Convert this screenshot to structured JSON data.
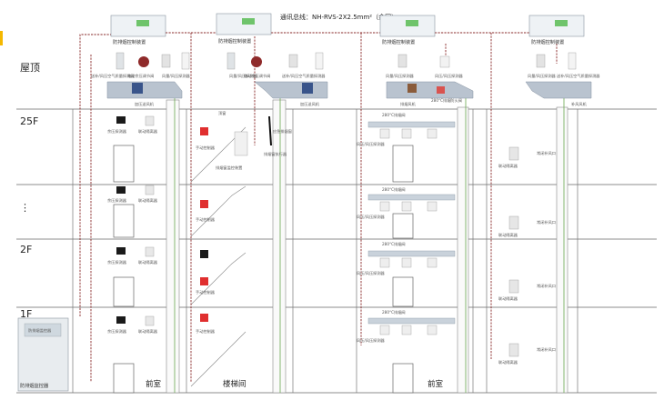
{
  "title_bar": {
    "accent": "#f5b800"
  },
  "bus_label": "通讯总线：NH-RVS-2X2.5mm²（余同）",
  "floors": [
    "屋顶",
    "25F",
    "⋮",
    "2F",
    "1F"
  ],
  "panel_label": "防排烟控制装置",
  "roof": {
    "probe_label": "送补/风压空气质量探测器",
    "valve_label": "电动余压调节阀",
    "sensor_label": "风量/风压探测器",
    "fan_label": "加压送风机",
    "exhaust_fan": "排烟风机",
    "fire_damper": "280°C排烟防火阀",
    "makeup_fan": "补风风机"
  },
  "devices": {
    "residual_sensor": "余压探测器",
    "linkage_module": "联动隔离器",
    "manual_box": "手动控制器",
    "window_opener": "应急排烟窗",
    "window_actuator": "排烟窗执行器",
    "stair_monitor": "排烟窗监控装置",
    "top_window": "顶窗",
    "supply_vent": "常闭补风口",
    "exhaust_valve": "280°C排烟阀",
    "exhaust_sensor": "风压/风压探测器"
  },
  "monitor": {
    "screen": "防排烟监控器",
    "label": "防排烟监控器"
  },
  "rooms": {
    "front_room": "前室",
    "stairwell": "楼梯间"
  },
  "colors": {
    "wire": "#8a2b2b",
    "signal": "#6aa84f",
    "alarm": "#d22d2d"
  }
}
